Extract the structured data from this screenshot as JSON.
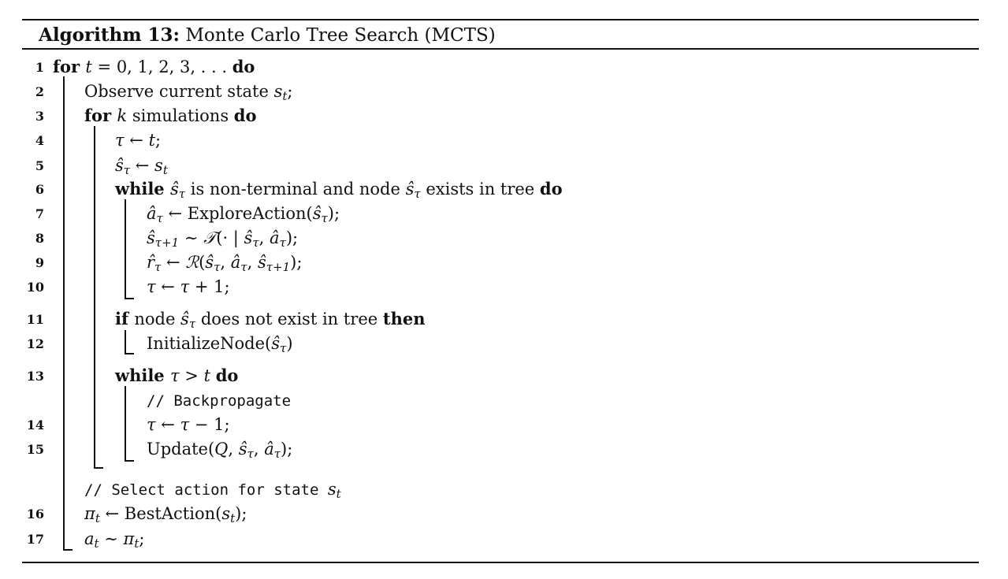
{
  "title": {
    "label": "Algorithm 13:",
    "text": "Monte Carlo Tree Search (MCTS)"
  },
  "lines": [
    {
      "n": "1",
      "parts": [
        {
          "k": "kw",
          "t": "for "
        },
        {
          "k": "m",
          "t": "t"
        },
        {
          "k": "",
          "t": " = 0, 1, 2, 3, . . .  "
        },
        {
          "k": "kw",
          "t": "do"
        }
      ]
    },
    {
      "n": "2",
      "parts": [
        {
          "k": "",
          "t": "Observe current state "
        },
        {
          "k": "m",
          "t": "s"
        },
        {
          "k": "sub",
          "t": "t"
        },
        {
          "k": "",
          "t": ";"
        }
      ]
    },
    {
      "n": "3",
      "parts": [
        {
          "k": "kw",
          "t": "for "
        },
        {
          "k": "m",
          "t": "k"
        },
        {
          "k": "",
          "t": " simulations "
        },
        {
          "k": "kw",
          "t": "do"
        }
      ]
    },
    {
      "n": "4",
      "parts": [
        {
          "k": "m",
          "t": "τ"
        },
        {
          "k": "",
          "t": " ← "
        },
        {
          "k": "m",
          "t": "t"
        },
        {
          "k": "",
          "t": ";"
        }
      ]
    },
    {
      "n": "5",
      "parts": [
        {
          "k": "m",
          "t": "ŝ"
        },
        {
          "k": "sub",
          "t": "τ"
        },
        {
          "k": "",
          "t": " ← "
        },
        {
          "k": "m",
          "t": "s"
        },
        {
          "k": "sub",
          "t": "t"
        }
      ]
    },
    {
      "n": "6",
      "parts": [
        {
          "k": "kw",
          "t": "while "
        },
        {
          "k": "m",
          "t": "ŝ"
        },
        {
          "k": "sub",
          "t": "τ"
        },
        {
          "k": "",
          "t": " is non-terminal and node "
        },
        {
          "k": "m",
          "t": "ŝ"
        },
        {
          "k": "sub",
          "t": "τ"
        },
        {
          "k": "",
          "t": "  exists in tree "
        },
        {
          "k": "kw",
          "t": "do"
        }
      ]
    },
    {
      "n": "7",
      "parts": [
        {
          "k": "m",
          "t": "â"
        },
        {
          "k": "sub",
          "t": "τ"
        },
        {
          "k": "",
          "t": " ← ExploreAction("
        },
        {
          "k": "m",
          "t": "ŝ"
        },
        {
          "k": "sub",
          "t": "τ"
        },
        {
          "k": "",
          "t": ");"
        }
      ]
    },
    {
      "n": "8",
      "parts": [
        {
          "k": "m",
          "t": "ŝ"
        },
        {
          "k": "sub",
          "t": "τ+1"
        },
        {
          "k": "",
          "t": " ∼ "
        },
        {
          "k": "m",
          "t": "𝒯"
        },
        {
          "k": "",
          "t": "(· | "
        },
        {
          "k": "m",
          "t": "ŝ"
        },
        {
          "k": "sub",
          "t": "τ"
        },
        {
          "k": "",
          "t": ", "
        },
        {
          "k": "m",
          "t": "â"
        },
        {
          "k": "sub",
          "t": "τ"
        },
        {
          "k": "",
          "t": ");"
        }
      ]
    },
    {
      "n": "9",
      "parts": [
        {
          "k": "m",
          "t": "r̂"
        },
        {
          "k": "sub",
          "t": "τ"
        },
        {
          "k": "",
          "t": " ← "
        },
        {
          "k": "m",
          "t": "ℛ"
        },
        {
          "k": "",
          "t": "("
        },
        {
          "k": "m",
          "t": "ŝ"
        },
        {
          "k": "sub",
          "t": "τ"
        },
        {
          "k": "",
          "t": ", "
        },
        {
          "k": "m",
          "t": "â"
        },
        {
          "k": "sub",
          "t": "τ"
        },
        {
          "k": "",
          "t": ", "
        },
        {
          "k": "m",
          "t": "ŝ"
        },
        {
          "k": "sub",
          "t": "τ+1"
        },
        {
          "k": "",
          "t": ");"
        }
      ]
    },
    {
      "n": "10",
      "parts": [
        {
          "k": "m",
          "t": "τ"
        },
        {
          "k": "",
          "t": " ← "
        },
        {
          "k": "m",
          "t": "τ"
        },
        {
          "k": "",
          "t": " + 1;"
        }
      ]
    },
    {
      "n": "11",
      "parts": [
        {
          "k": "kw",
          "t": "if "
        },
        {
          "k": "",
          "t": "node  "
        },
        {
          "k": "m",
          "t": "ŝ"
        },
        {
          "k": "sub",
          "t": "τ"
        },
        {
          "k": "",
          "t": "  does not exist in tree "
        },
        {
          "k": "kw",
          "t": "then"
        }
      ]
    },
    {
      "n": "12",
      "parts": [
        {
          "k": "",
          "t": "InitializeNode("
        },
        {
          "k": "m",
          "t": "ŝ"
        },
        {
          "k": "sub",
          "t": "τ"
        },
        {
          "k": "",
          "t": ")"
        }
      ]
    },
    {
      "n": "13",
      "parts": [
        {
          "k": "kw",
          "t": "while "
        },
        {
          "k": "m",
          "t": "τ"
        },
        {
          "k": "",
          "t": " > "
        },
        {
          "k": "m",
          "t": "t"
        },
        {
          "k": "",
          "t": " "
        },
        {
          "k": "kw",
          "t": "do"
        }
      ]
    },
    {
      "n": "",
      "parts": [
        {
          "k": "mono",
          "t": "// Backpropagate"
        }
      ]
    },
    {
      "n": "14",
      "parts": [
        {
          "k": "m",
          "t": "τ"
        },
        {
          "k": "",
          "t": " ← "
        },
        {
          "k": "m",
          "t": "τ"
        },
        {
          "k": "",
          "t": " − 1;"
        }
      ]
    },
    {
      "n": "15",
      "parts": [
        {
          "k": "",
          "t": "Update("
        },
        {
          "k": "m",
          "t": "Q"
        },
        {
          "k": "",
          "t": ", "
        },
        {
          "k": "m",
          "t": "ŝ"
        },
        {
          "k": "sub",
          "t": "τ"
        },
        {
          "k": "",
          "t": ", "
        },
        {
          "k": "m",
          "t": "â"
        },
        {
          "k": "sub",
          "t": "τ"
        },
        {
          "k": "",
          "t": ");"
        }
      ]
    },
    {
      "n": "",
      "parts": [
        {
          "k": "mono",
          "t": "// Select action for state "
        },
        {
          "k": "m",
          "t": "s"
        },
        {
          "k": "sub",
          "t": "t"
        }
      ]
    },
    {
      "n": "16",
      "parts": [
        {
          "k": "m",
          "t": "π"
        },
        {
          "k": "sub",
          "t": "t"
        },
        {
          "k": "",
          "t": " ← BestAction("
        },
        {
          "k": "m",
          "t": "s"
        },
        {
          "k": "sub",
          "t": "t"
        },
        {
          "k": "",
          "t": ");"
        }
      ]
    },
    {
      "n": "17",
      "parts": [
        {
          "k": "m",
          "t": "a"
        },
        {
          "k": "sub",
          "t": "t"
        },
        {
          "k": "",
          "t": " ∼ "
        },
        {
          "k": "m",
          "t": "π"
        },
        {
          "k": "sub",
          "t": "t"
        },
        {
          "k": "",
          "t": ";"
        }
      ]
    }
  ]
}
